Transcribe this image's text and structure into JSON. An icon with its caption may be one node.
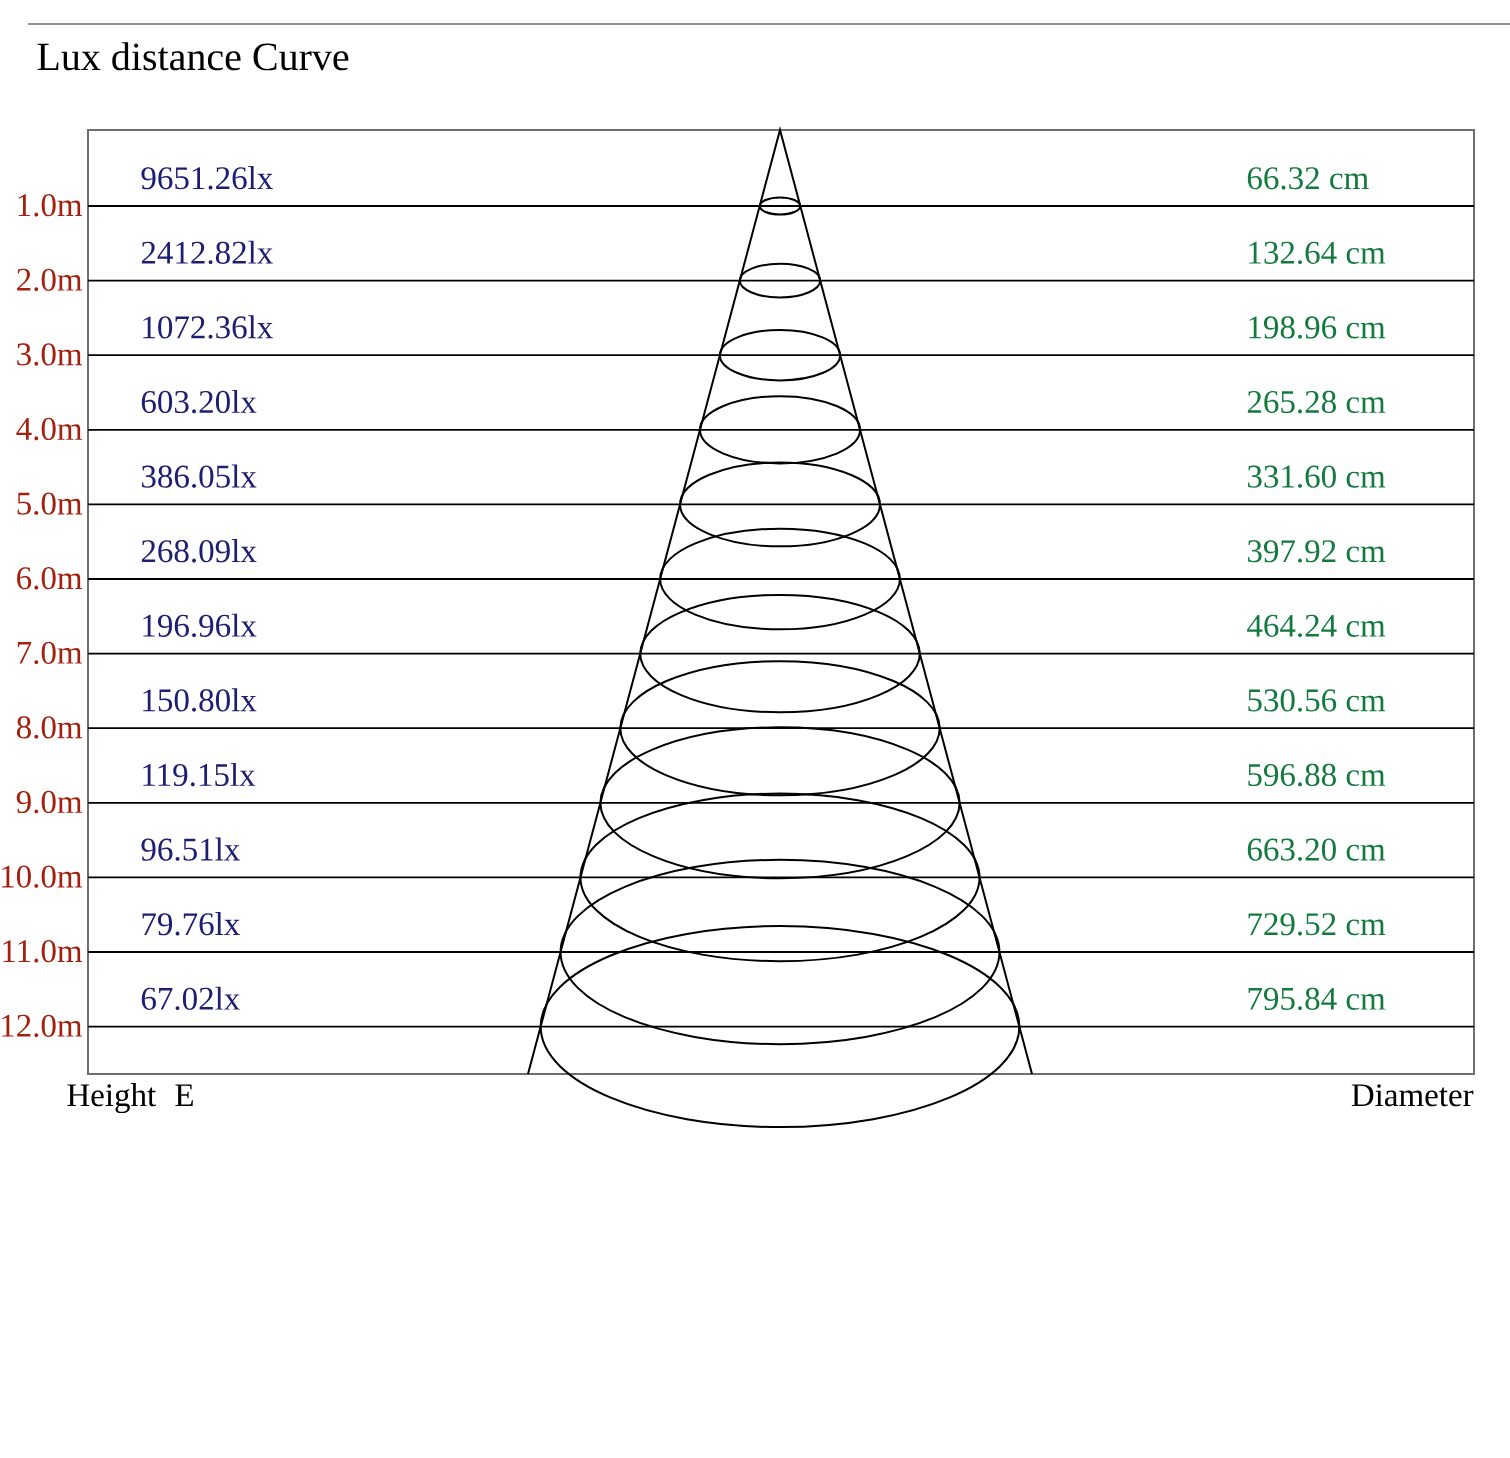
{
  "diagram": {
    "title": "Lux distance Curve",
    "labels": [
      "9651.26lx",
      "66.32 cm",
      "1.0m",
      "2412.82lx",
      "132.64 cm",
      "2.0m",
      "1072.36lx",
      "198.96 cm",
      "3.0m",
      "603.20lx",
      "265.28 cm",
      "4.0m",
      "386.05lx",
      "331.60 cm",
      "5.0m",
      "268.09lx",
      "397.92 cm",
      "6.0m",
      "196.96lx",
      "464.24 cm",
      "7.0m",
      "150.80lx",
      "530.56 cm",
      "8.0m",
      "119.15lx",
      "596.88 cm",
      "9.0m",
      "96.51lx",
      "663.20 cm",
      "10.0m",
      "79.76lx",
      "729.52 cm",
      "11.0m",
      "67.02lx",
      "795.84 cm",
      "12.0m",
      "Height",
      "E",
      "Diameter"
    ]
  }
}
